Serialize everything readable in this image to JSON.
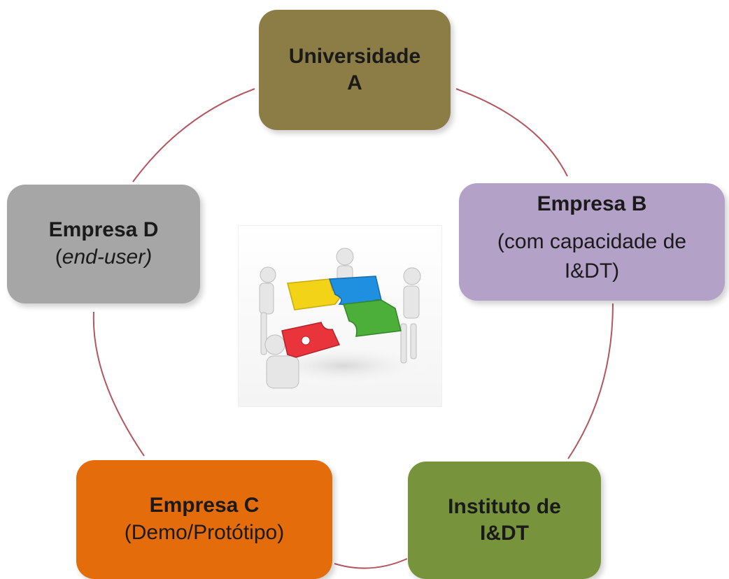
{
  "nodes": {
    "a": {
      "title": "Universidade",
      "line2": "A",
      "color": "#8b7d45"
    },
    "b": {
      "title": "Empresa B",
      "line2": "(com capacidade de",
      "line3": "I&DT)",
      "color": "#b3a1c8"
    },
    "c": {
      "title": "Empresa C",
      "line2": "(Demo/Protótipo)",
      "color": "#e46c0a"
    },
    "d": {
      "title": "Empresa D",
      "line2_prefix": "(",
      "line2_italic": "end-user)",
      "color": "#a6a6a6"
    },
    "e": {
      "title": "Instituto de",
      "line2": "I&DT",
      "color": "#77933c"
    }
  },
  "colors": {
    "connector": "#b3565f",
    "puzzle_yellow": "#f3d318",
    "puzzle_blue": "#1f8fe0",
    "puzzle_green": "#4caf3a",
    "puzzle_red": "#e8343a"
  },
  "center_image": {
    "icon": "puzzle-teamwork-illustration"
  }
}
